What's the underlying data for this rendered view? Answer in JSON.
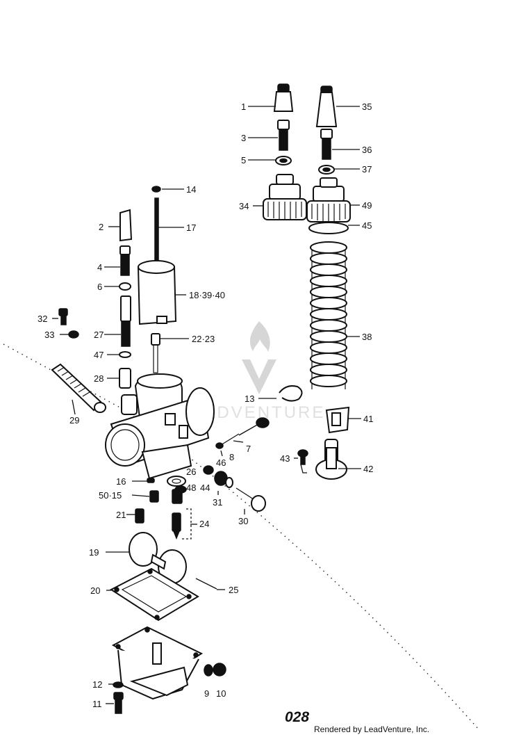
{
  "page_number": "028",
  "credit": "Rendered by LeadVenture, Inc.",
  "watermark": "LEADVENTURE",
  "callouts": {
    "c1": "1",
    "c2": "2",
    "c3": "3",
    "c4": "4",
    "c5": "5",
    "c6": "6",
    "c7": "7",
    "c8": "8",
    "c9": "9",
    "c10": "10",
    "c11": "11",
    "c12": "12",
    "c13": "13",
    "c14": "14",
    "c16": "16",
    "c17": "17",
    "c18": "18·39·40",
    "c19": "19",
    "c20": "20",
    "c21": "21",
    "c22": "22·23",
    "c24": "24",
    "c25": "25",
    "c26": "26",
    "c27": "27",
    "c28": "28",
    "c29": "29",
    "c30": "30",
    "c31": "31",
    "c32": "32",
    "c33": "33",
    "c34": "34",
    "c35": "35",
    "c36": "36",
    "c37": "37",
    "c38": "38",
    "c41": "41",
    "c42": "42",
    "c43": "43",
    "c44": "44",
    "c45": "45",
    "c46": "46",
    "c47": "47",
    "c48": "48",
    "c49": "49",
    "c50": "50·15"
  }
}
